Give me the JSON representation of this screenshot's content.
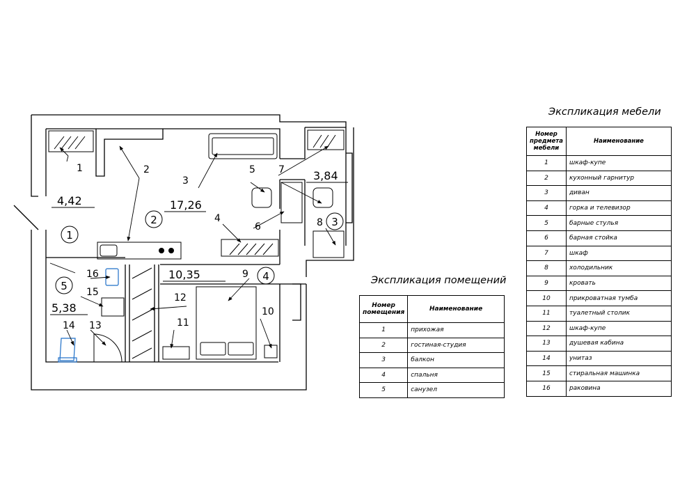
{
  "plan": {
    "area_labels": {
      "hall": "4,42",
      "living": "17,26",
      "balcony": "3,84",
      "bedroom": "10,35",
      "bathroom": "5,38"
    },
    "room_circles": [
      "1",
      "2",
      "3",
      "4",
      "5"
    ],
    "furniture_callouts": [
      "1",
      "2",
      "3",
      "4",
      "5",
      "6",
      "7",
      "8",
      "9",
      "10",
      "11",
      "12",
      "13",
      "14",
      "15",
      "16"
    ]
  },
  "rooms_table": {
    "title": "Экспликация помещений",
    "col_number": "Номер помещения",
    "col_name": "Наименование",
    "rows": [
      {
        "num": "1",
        "name": "прихожая"
      },
      {
        "num": "2",
        "name": "гостиная-студия"
      },
      {
        "num": "3",
        "name": "балкон"
      },
      {
        "num": "4",
        "name": "спальня"
      },
      {
        "num": "5",
        "name": "санузел"
      }
    ]
  },
  "furniture_table": {
    "title": "Экспликация мебели",
    "col_number": "Номер предмета мебели",
    "col_name": "Наименование",
    "rows": [
      {
        "num": "1",
        "name": "шкаф-купе"
      },
      {
        "num": "2",
        "name": "кухонный гарнитур"
      },
      {
        "num": "3",
        "name": "диван"
      },
      {
        "num": "4",
        "name": "горка и телевизор"
      },
      {
        "num": "5",
        "name": "барные стулья"
      },
      {
        "num": "6",
        "name": "барная стойка"
      },
      {
        "num": "7",
        "name": "шкаф"
      },
      {
        "num": "8",
        "name": "холодильник"
      },
      {
        "num": "9",
        "name": "кровать"
      },
      {
        "num": "10",
        "name": "прикроватная тумба"
      },
      {
        "num": "11",
        "name": "туалетный столик"
      },
      {
        "num": "12",
        "name": "шкаф-купе"
      },
      {
        "num": "13",
        "name": "душевая кабина"
      },
      {
        "num": "14",
        "name": "унитаз"
      },
      {
        "num": "15",
        "name": "стиральная машинка"
      },
      {
        "num": "16",
        "name": "раковина"
      }
    ]
  },
  "colors": {
    "line": "#000000",
    "fixture_blue": "#1e6fc8"
  }
}
